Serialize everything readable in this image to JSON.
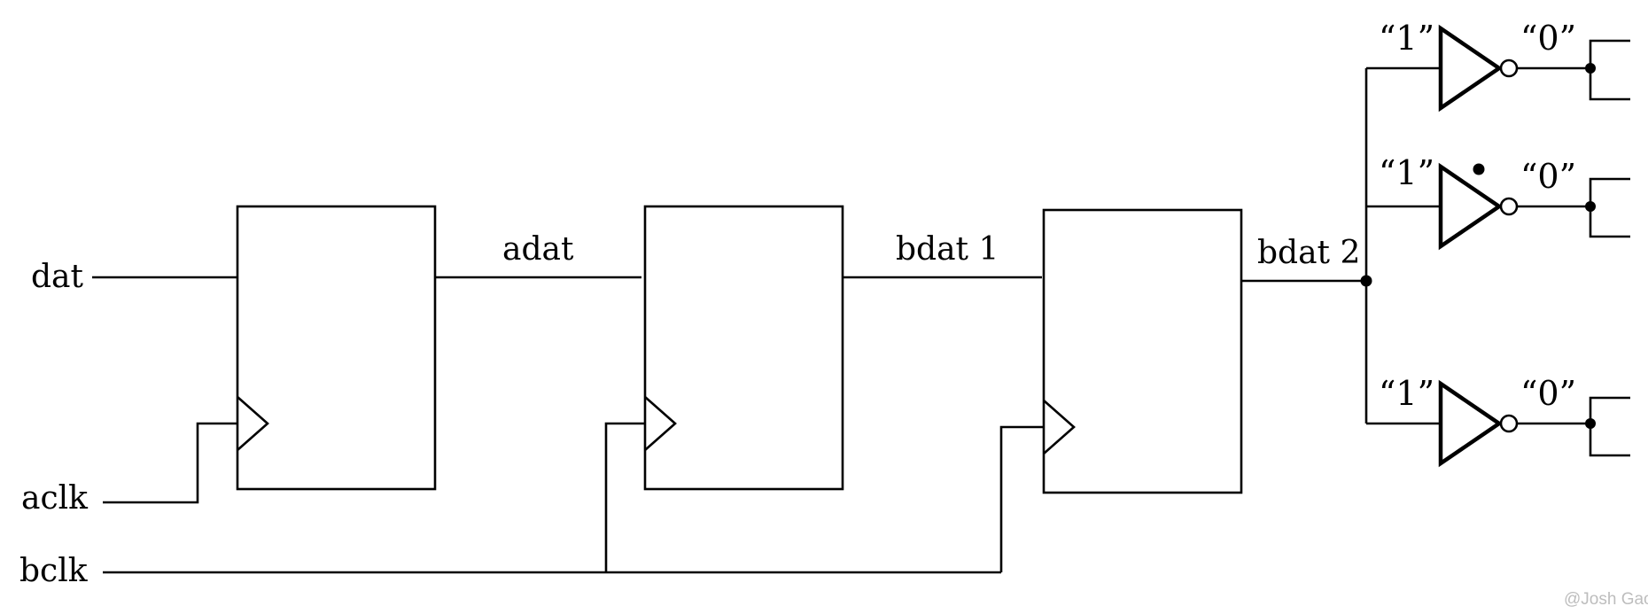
{
  "signals": {
    "dat": "dat",
    "aclk": "aclk",
    "bclk": "bclk",
    "adat": "adat",
    "bdat1": "bdat 1",
    "bdat2": "bdat 2"
  },
  "gates": [
    {
      "input": "“1”",
      "output": "“0”"
    },
    {
      "input": "“1”",
      "output": "“0”"
    },
    {
      "input": "“1”",
      "output": "“0”"
    }
  ],
  "watermark": "@Josh Gao",
  "colors": {
    "stroke": "#000000",
    "background": "#ffffff",
    "watermark": "#bdbdbd"
  }
}
